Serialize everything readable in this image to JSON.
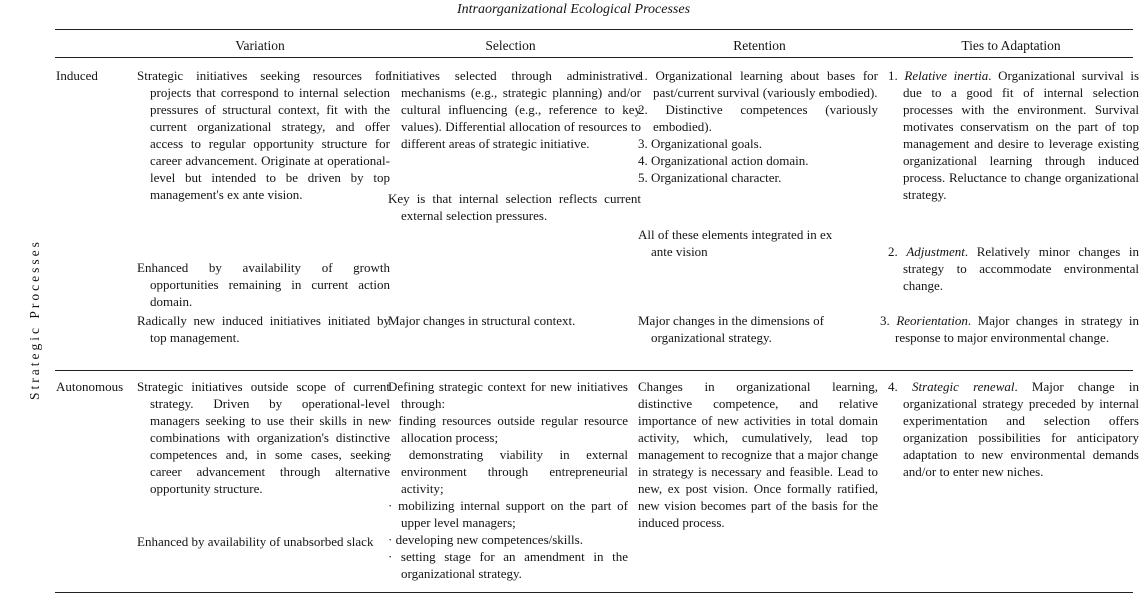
{
  "table": {
    "title": "Intraorganizational Ecological Processes",
    "side_label": "Strategic Processes",
    "headers": [
      "Variation",
      "Selection",
      "Retention",
      "Ties to Adaptation"
    ],
    "induced": {
      "label": "Induced",
      "variation_1": "Strategic initiatives seeking resources for projects that correspond to internal selection pressures of structural context, fit with the current organizational strategy, and offer access to regular opportunity structure for career advancement. Originate at operational-level but intended to be driven by top management's ex ante vision.",
      "variation_2": "Enhanced by availability of growth opportunities remaining in current action domain.",
      "variation_3": "Radically new induced initiatives initiated by top management.",
      "selection_1": "Initiatives selected through administrative mechanisms (e.g., strategic planning) and/or cultural influencing (e.g., reference to key values). Differential allocation of resources to different areas of strategic initiative.",
      "selection_2": "Key is that internal selection reflects current external selection pressures.",
      "selection_3": "Major changes in structural context.",
      "retention_items": [
        "1. Organizational learning about bases for past/current survival (variously embodied).",
        "2. Distinctive competences (variously embodied).",
        "3. Organizational goals.",
        "4. Organizational action domain.",
        "5. Organizational character."
      ],
      "retention_2": "All of these elements integrated in ex ante vision",
      "retention_3": "Major changes in the dimensions of organizational strategy.",
      "ties_1_num": "1.",
      "ties_1_term": "Relative inertia",
      "ties_1_text": ". Organizational survival is due to a good fit of internal selection processes with the environment. Survival motivates conservatism on the part of top management and desire to leverage existing organizational learning through induced process. Reluctance to change organizational strategy.",
      "ties_2_num": "2.",
      "ties_2_term": "Adjustment",
      "ties_2_text": ". Relatively minor changes in strategy to accommodate environmental change.",
      "ties_3_num": "3.",
      "ties_3_term": "Reorientation",
      "ties_3_text": ". Major changes in strategy in response to major environmental change."
    },
    "autonomous": {
      "label": "Autonomous",
      "variation_1": "Strategic initiatives outside scope of current strategy. Driven by operational-level managers seeking to use their skills in new combinations with organization's distinctive competences and, in some cases, seeking career advancement through alternative opportunity structure.",
      "variation_2": "Enhanced by availability of unabsorbed slack",
      "selection_intro": "Defining strategic context for new initiatives through:",
      "selection_items": [
        "· finding resources outside regular resource allocation process;",
        "· demonstrating viability in external environment through entrepreneurial activity;",
        "· mobilizing internal support on the part of upper level managers;",
        "· developing new competences/skills.",
        "· setting stage for an amendment in the organizational strategy."
      ],
      "retention": "Changes in organizational learning, distinctive competence, and relative importance of new activities in total domain activity, which, cumulatively, lead top management to recognize that a major change in strategy is necessary and feasible. Lead to new, ex post vision. Once formally ratified, new vision becomes part of the basis for the induced process.",
      "ties_num": "4.",
      "ties_term": "Strategic renewal",
      "ties_text": ". Major change in organizational strategy preceded by internal experimentation and selection offers organization possibilities for anticipatory adaptation to new environmental demands and/or to enter new niches."
    }
  }
}
